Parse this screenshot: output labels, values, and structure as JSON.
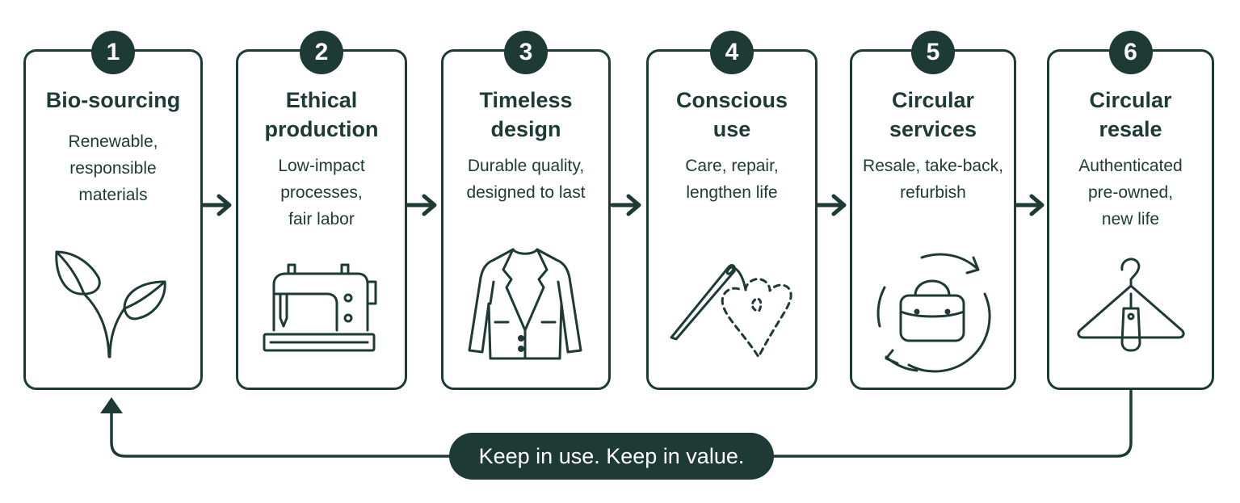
{
  "steps": [
    {
      "number": "1",
      "title": [
        "Bio-sourcing"
      ],
      "description": [
        "Renewable,",
        "responsible",
        "materials"
      ],
      "icon": "leaf-sprout-icon"
    },
    {
      "number": "2",
      "title": [
        "Ethical",
        "production"
      ],
      "description": [
        "Low-impact",
        "processes,",
        "fair labor"
      ],
      "icon": "sewing-machine-icon"
    },
    {
      "number": "3",
      "title": [
        "Timeless",
        "design"
      ],
      "description": [
        "Durable quality,",
        "designed to last"
      ],
      "icon": "blazer-icon"
    },
    {
      "number": "4",
      "title": [
        "Conscious",
        "use"
      ],
      "description": [
        "Care, repair,",
        "lengthen life"
      ],
      "icon": "needle-heart-icon"
    },
    {
      "number": "5",
      "title": [
        "Circular",
        "services"
      ],
      "description": [
        "Resale, take-back,",
        "refurbish"
      ],
      "icon": "handbag-cycle-icon"
    },
    {
      "number": "6",
      "title": [
        "Circular",
        "resale"
      ],
      "description": [
        "Authenticated",
        "pre-owned,",
        "new life"
      ],
      "icon": "hanger-tag-icon"
    }
  ],
  "loop_label": "Keep in use. Keep in value.",
  "colors": {
    "primary": "#1d3a35",
    "background": "#ffffff"
  }
}
